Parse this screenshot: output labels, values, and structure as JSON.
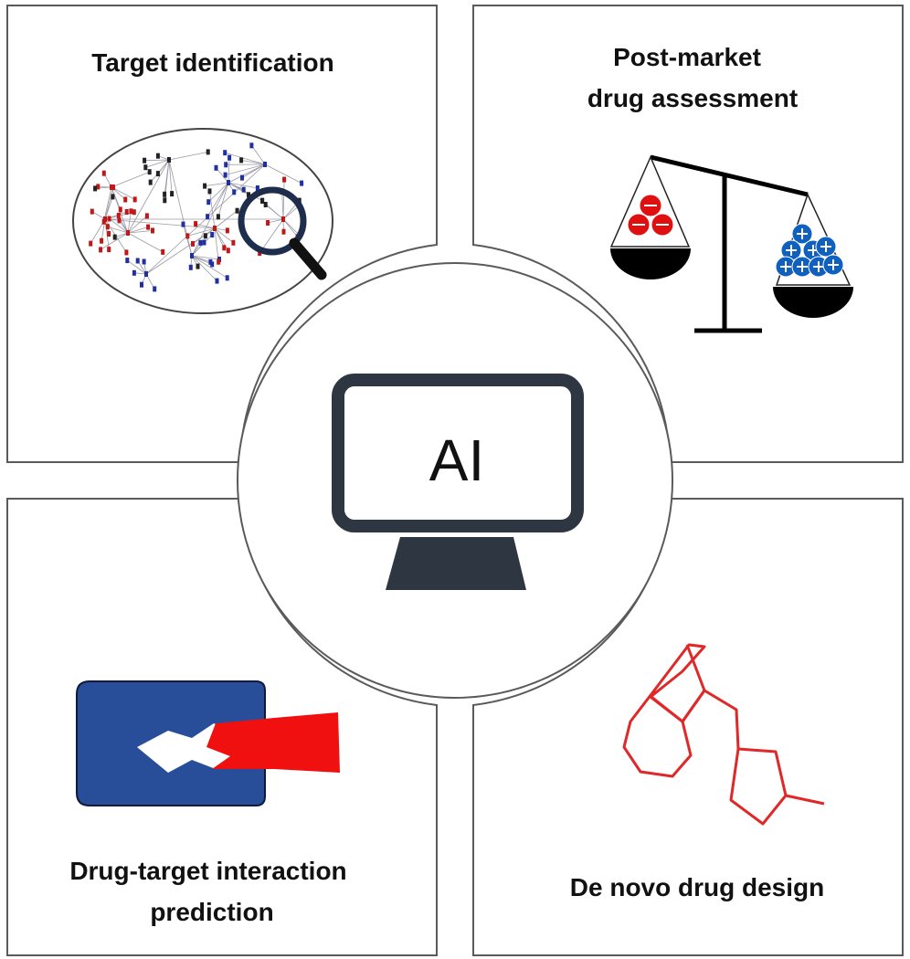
{
  "panels": {
    "target_identification": {
      "title": "Target identification"
    },
    "post_market": {
      "title_line1": "Post-market",
      "title_line2": "drug assessment"
    },
    "dti": {
      "title_line1": "Drug-target interaction",
      "title_line2": "prediction"
    },
    "de_novo": {
      "title": "De novo drug design"
    }
  },
  "center": {
    "label": "AI"
  },
  "colors": {
    "border": "#5a5a5a",
    "red": "#e01010",
    "blue": "#1060c0",
    "navy": "#1f2d4d",
    "protein_blue": "#284e9a",
    "ligand_red": "#f01010",
    "monitor": "#2e3642",
    "molecule": "#e02828",
    "network_blue": "#2030a0",
    "network_red": "#c01818"
  },
  "icons": {
    "network": "network-magnifier-icon",
    "scale": "balance-scale-icon",
    "binding": "protein-ligand-icon",
    "molecule": "molecule-icon",
    "monitor": "monitor-icon"
  }
}
